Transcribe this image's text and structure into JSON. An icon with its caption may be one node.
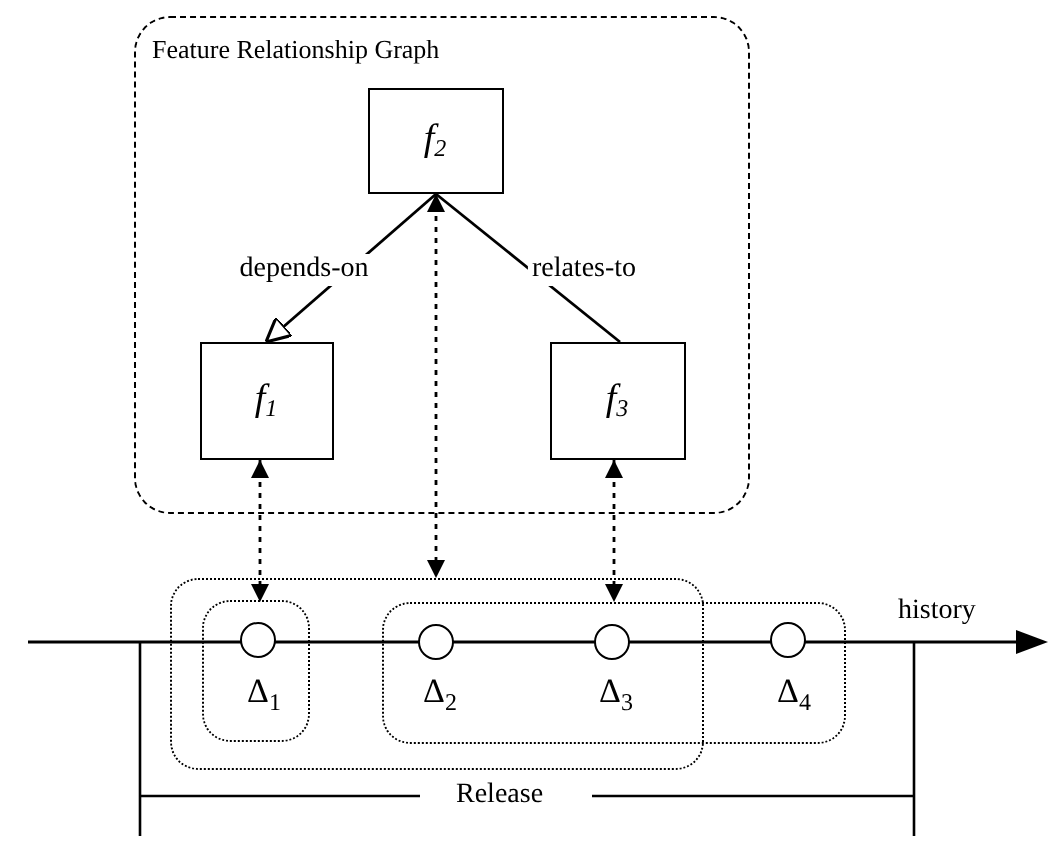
{
  "diagram": {
    "nodes": [
      {
        "text": [
          "Feature Relationship Graph"
        ]
      },
      {
        "text": [
          "f$_{2}$"
        ],
        "in": 0
      },
      {
        "text": [
          "f$_{1}$"
        ],
        "in": 0
      },
      {
        "text": [
          "f$_{3}$"
        ],
        "in": 0
      },
      {
        "text": [],
        "shape": "box"
      },
      {
        "text": [],
        "shape": "box",
        "in": 4
      },
      {
        "text": [],
        "shape": "box"
      },
      {
        "text": [],
        "shape": "circle",
        "beside": [
          "Δ$_{1}$"
        ],
        "in": 5
      },
      {
        "text": [],
        "shape": "circle",
        "beside": [
          "Δ$_{2}$"
        ]
      },
      {
        "text": [],
        "shape": "circle",
        "beside": [
          "Δ$_{3}$"
        ]
      },
      {
        "text": [],
        "shape": "circle",
        "beside": [
          "Δ$_{4}$"
        ],
        "in": 6
      }
    ],
    "edges": [
      {
        "from": 1,
        "to": 2,
        "arrow": "to",
        "label": "depends-on"
      },
      {
        "from": 1,
        "to": 3,
        "arrow": "none",
        "label": "relates-to"
      },
      {
        "from": 2,
        "to": 5,
        "arrow": "both",
        "style": "dashed"
      },
      {
        "from": 1,
        "to": 4,
        "arrow": "both",
        "style": "dashed"
      },
      {
        "from": 3,
        "to": 6,
        "arrow": "both",
        "style": "dashed"
      }
    ],
    "labels": [
      "history",
      "Release"
    ]
  }
}
